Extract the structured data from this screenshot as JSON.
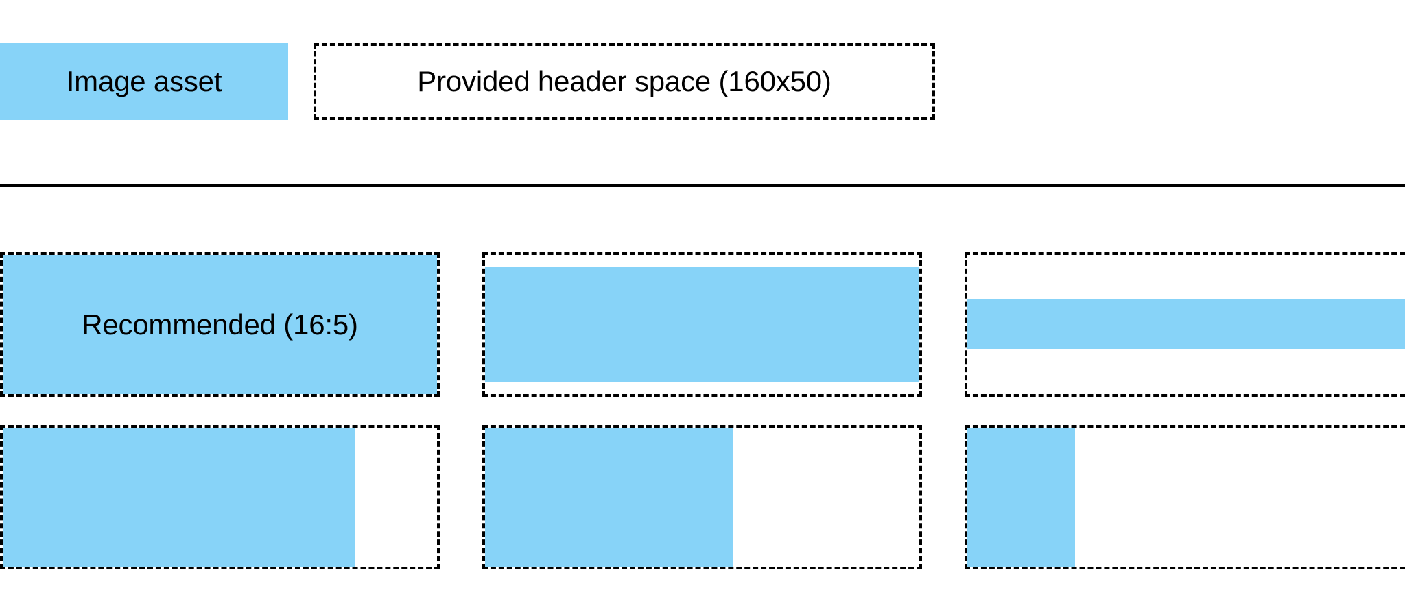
{
  "palette": {
    "asset_blue": "#87d3f8",
    "outline_black": "#000000",
    "background": "#ffffff"
  },
  "header": {
    "asset_swatch": {
      "label": "Image asset",
      "fill": "#87d3f8",
      "style": "solid"
    },
    "provided_space": {
      "label": "Provided header space (160x50)",
      "style": "dashed-outline",
      "dimensions": "160x50"
    }
  },
  "divider": {
    "style": "solid-rule"
  },
  "examples": {
    "rows": [
      {
        "row_name": "aspect-ratio-variants",
        "cells": [
          {
            "name": "recommended",
            "label": "Recommended (16:5)",
            "fill_mode": "full",
            "fill_width_pct": 100,
            "fill_height_pct": 100,
            "fill_align": "center"
          },
          {
            "name": "shorter-band",
            "label": "",
            "fill_mode": "height-inset",
            "fill_width_pct": 100,
            "fill_height_pct": 83,
            "fill_align": "center"
          },
          {
            "name": "thin-band",
            "label": "",
            "fill_mode": "height-inset",
            "fill_width_pct": 100,
            "fill_height_pct": 36,
            "fill_align": "center"
          }
        ]
      },
      {
        "row_name": "width-variants",
        "cells": [
          {
            "name": "wide-partial",
            "label": "",
            "fill_mode": "width-inset",
            "fill_width_pct": 81,
            "fill_height_pct": 100,
            "fill_align": "left"
          },
          {
            "name": "medium-partial",
            "label": "",
            "fill_mode": "width-inset",
            "fill_width_pct": 57,
            "fill_height_pct": 100,
            "fill_align": "left"
          },
          {
            "name": "narrow-partial",
            "label": "",
            "fill_mode": "width-inset",
            "fill_width_pct": 23,
            "fill_height_pct": 100,
            "fill_align": "left"
          }
        ]
      }
    ]
  }
}
